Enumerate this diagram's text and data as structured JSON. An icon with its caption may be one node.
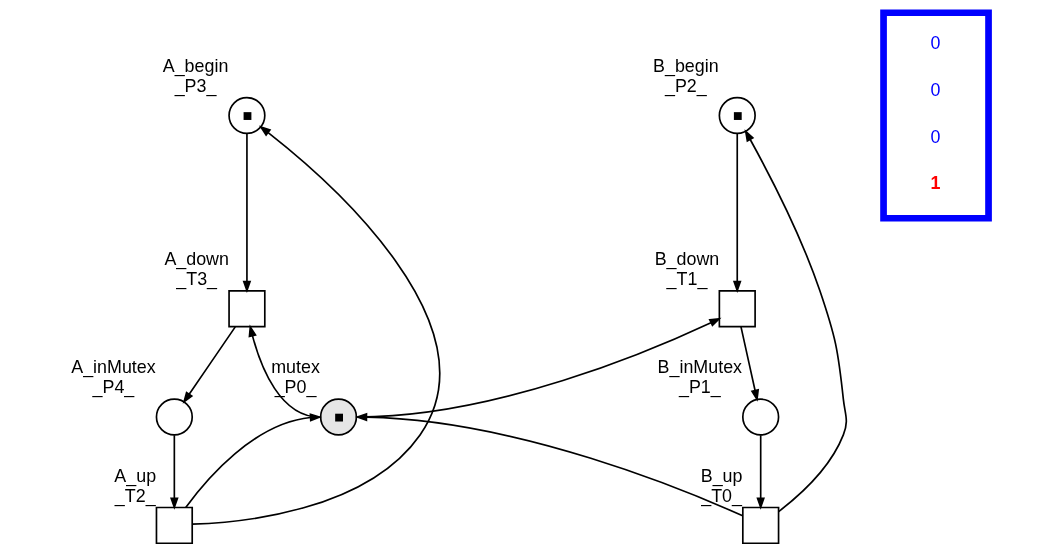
{
  "diagram": {
    "nodes": [
      {
        "text": [],
        "shape": "circle",
        "beside": [
          "A_begin",
          "_P3_"
        ]
      },
      {
        "text": [],
        "shape": "circle",
        "beside": [
          "B_begin",
          "_P2_"
        ]
      },
      {
        "text": [],
        "shape": "box",
        "beside": [
          "A_down",
          "_T3_"
        ]
      },
      {
        "text": [],
        "shape": "box",
        "beside": [
          "B_down",
          "_T1_"
        ]
      },
      {
        "text": [],
        "shape": "circle",
        "beside": [
          "mutex",
          "_P0_"
        ]
      },
      {
        "text": [],
        "shape": "circle",
        "beside": [
          "A_inMutex",
          "_P4_"
        ]
      },
      {
        "text": [],
        "shape": "circle",
        "beside": [
          "B_inMutex",
          "_P1_"
        ]
      },
      {
        "text": [],
        "shape": "box",
        "beside": [
          "A_up",
          "_T2_"
        ]
      },
      {
        "text": [],
        "shape": "box",
        "beside": [
          "B_up",
          "_T0_"
        ]
      },
      {
        "text": [
          "0",
          "0",
          "0",
          "1"
        ]
      }
    ],
    "edges": [
      {
        "from": 0,
        "to": 2,
        "arrow": "to"
      },
      {
        "from": 2,
        "to": 5,
        "arrow": "to"
      },
      {
        "from": 5,
        "to": 7,
        "arrow": "to"
      },
      {
        "from": 7,
        "to": 0,
        "arrow": "to"
      },
      {
        "from": 7,
        "to": 4,
        "arrow": "to"
      },
      {
        "from": 4,
        "to": 2,
        "arrow": "to"
      },
      {
        "from": 1,
        "to": 3,
        "arrow": "to"
      },
      {
        "from": 3,
        "to": 6,
        "arrow": "to"
      },
      {
        "from": 6,
        "to": 8,
        "arrow": "to"
      },
      {
        "from": 8,
        "to": 1,
        "arrow": "to"
      },
      {
        "from": 8,
        "to": 4,
        "arrow": "to"
      },
      {
        "from": 4,
        "to": 3,
        "arrow": "to"
      }
    ]
  }
}
